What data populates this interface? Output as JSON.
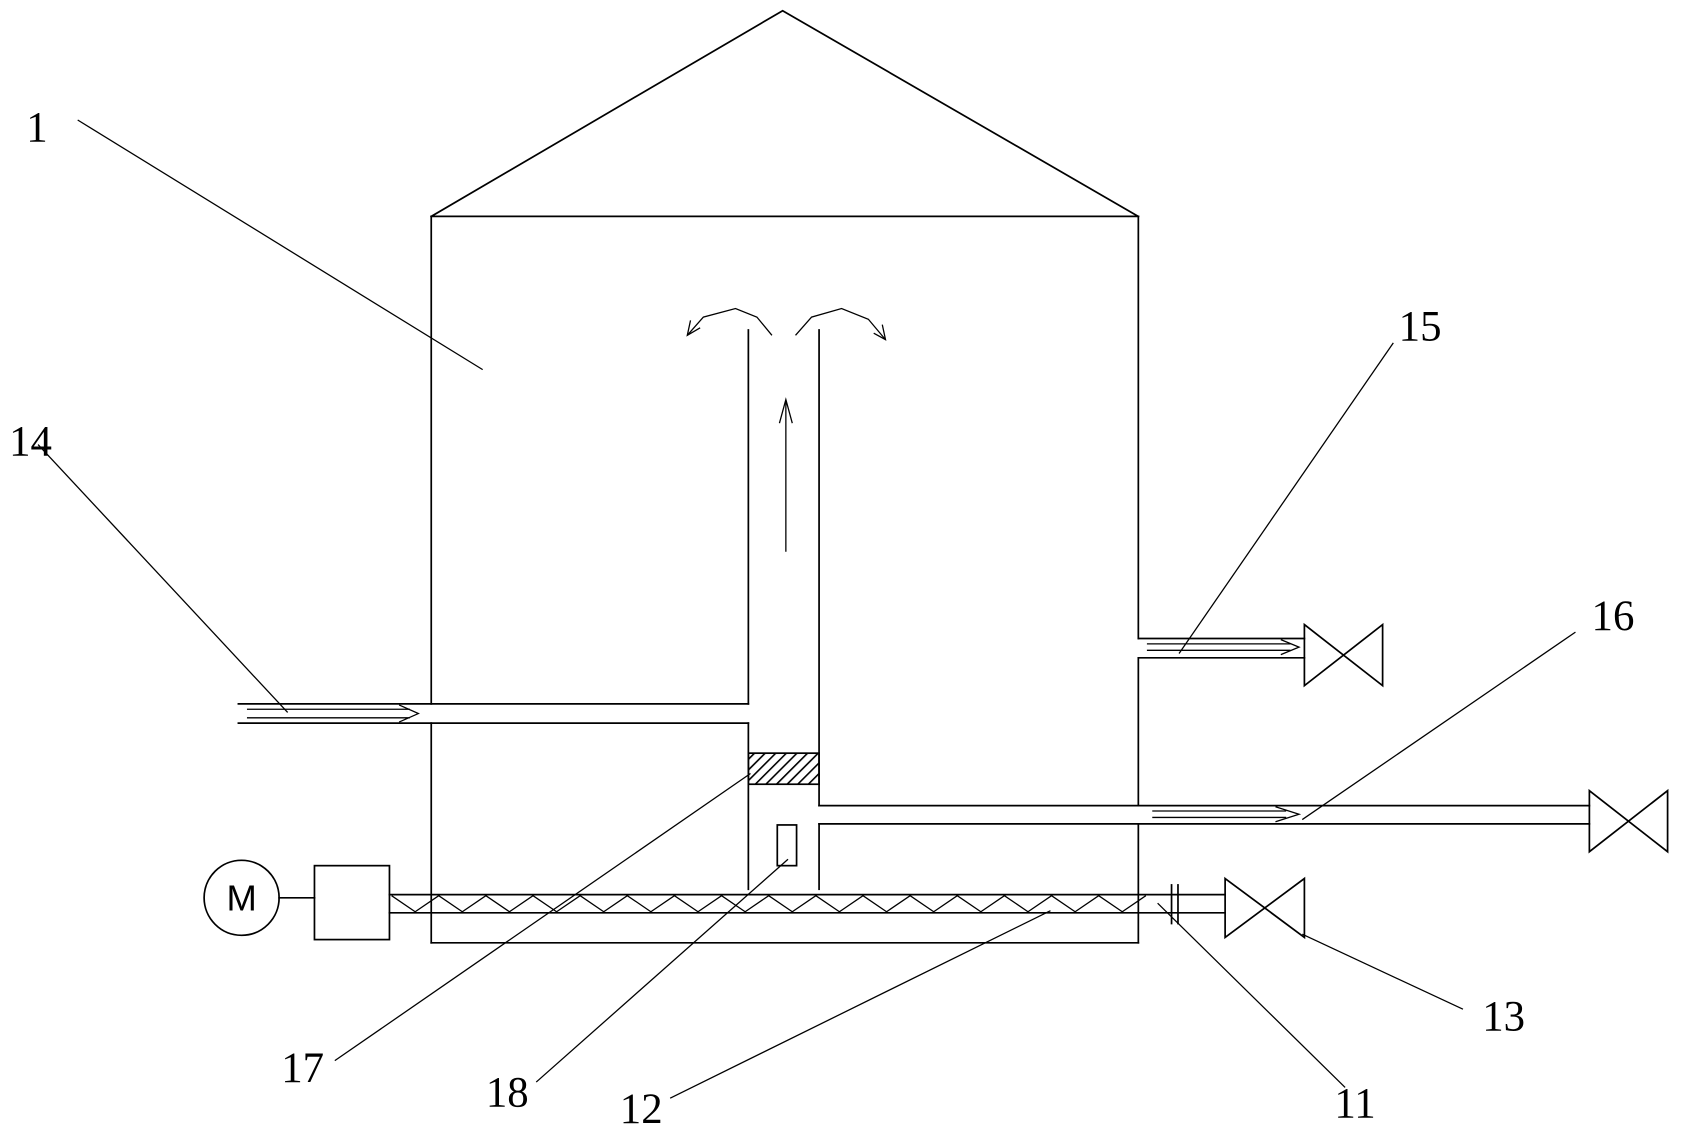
{
  "labels": {
    "silo": "1",
    "flange": "11",
    "screw_conveyor": "12",
    "discharge_valve": "13",
    "inlet_pipe": "14",
    "outlet_pipe_upper": "15",
    "outlet_pipe_lower": "16",
    "filter_block": "17",
    "sensor": "18"
  },
  "motor": {
    "label": "M"
  },
  "colors": {
    "line": "#000000",
    "background": "#ffffff"
  }
}
